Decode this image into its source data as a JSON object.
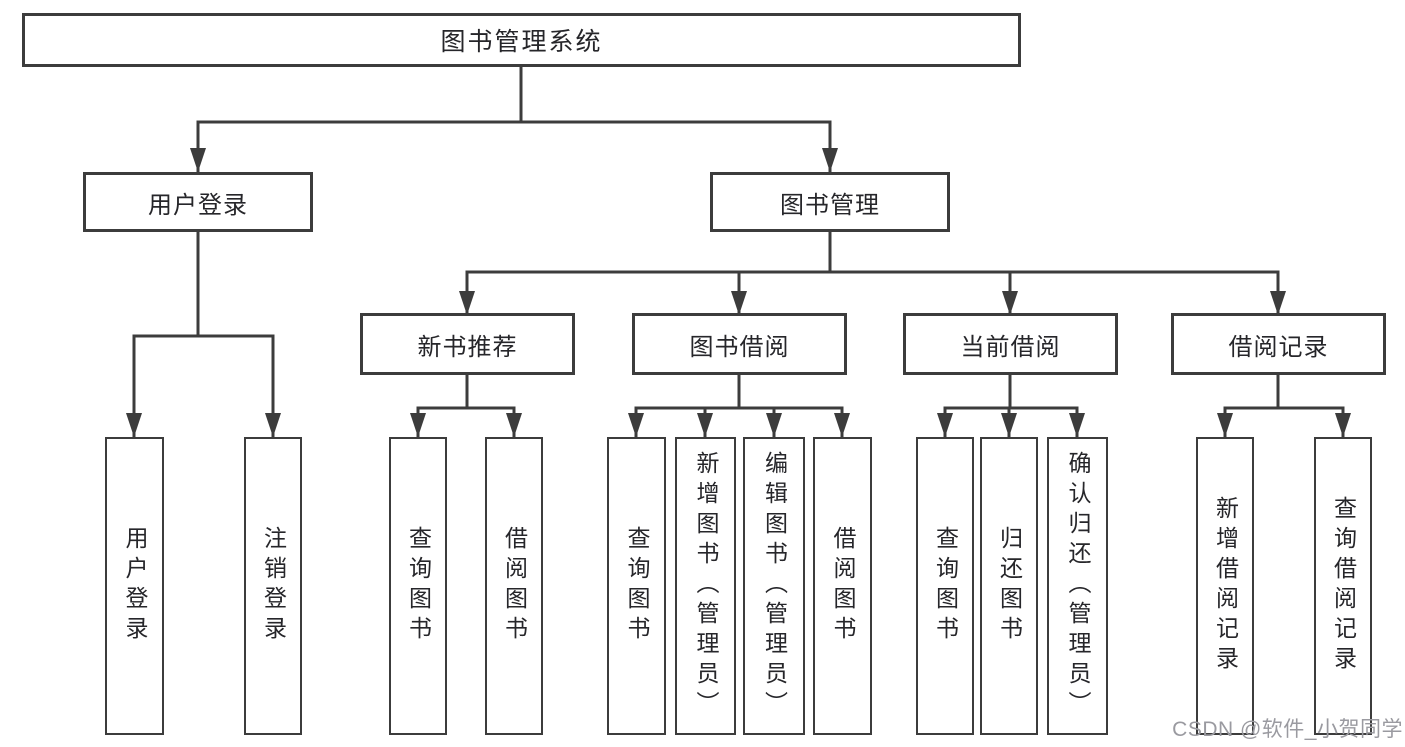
{
  "colors": {
    "line": "#3c3c3c",
    "text": "#26262a",
    "watermark": "#9a9aa0",
    "background": "#ffffff"
  },
  "watermark": {
    "text": "CSDN @软件_小贺同学"
  },
  "tree": {
    "root": {
      "label": "图书管理系统",
      "children": [
        {
          "label": "用户登录",
          "children": [
            {
              "label": "用户登录"
            },
            {
              "label": "注销登录"
            }
          ]
        },
        {
          "label": "图书管理",
          "children": [
            {
              "label": "新书推荐",
              "children": [
                {
                  "label": "查询图书"
                },
                {
                  "label": "借阅图书"
                }
              ]
            },
            {
              "label": "图书借阅",
              "children": [
                {
                  "label": "查询图书"
                },
                {
                  "label": "新增图书（管理员）"
                },
                {
                  "label": "编辑图书（管理员）"
                },
                {
                  "label": "借阅图书"
                }
              ]
            },
            {
              "label": "当前借阅",
              "children": [
                {
                  "label": "查询图书"
                },
                {
                  "label": "归还图书"
                },
                {
                  "label": "确认归还（管理员）"
                }
              ]
            },
            {
              "label": "借阅记录",
              "children": [
                {
                  "label": "新增借阅记录"
                },
                {
                  "label": "查询借阅记录"
                }
              ]
            }
          ]
        }
      ]
    }
  }
}
